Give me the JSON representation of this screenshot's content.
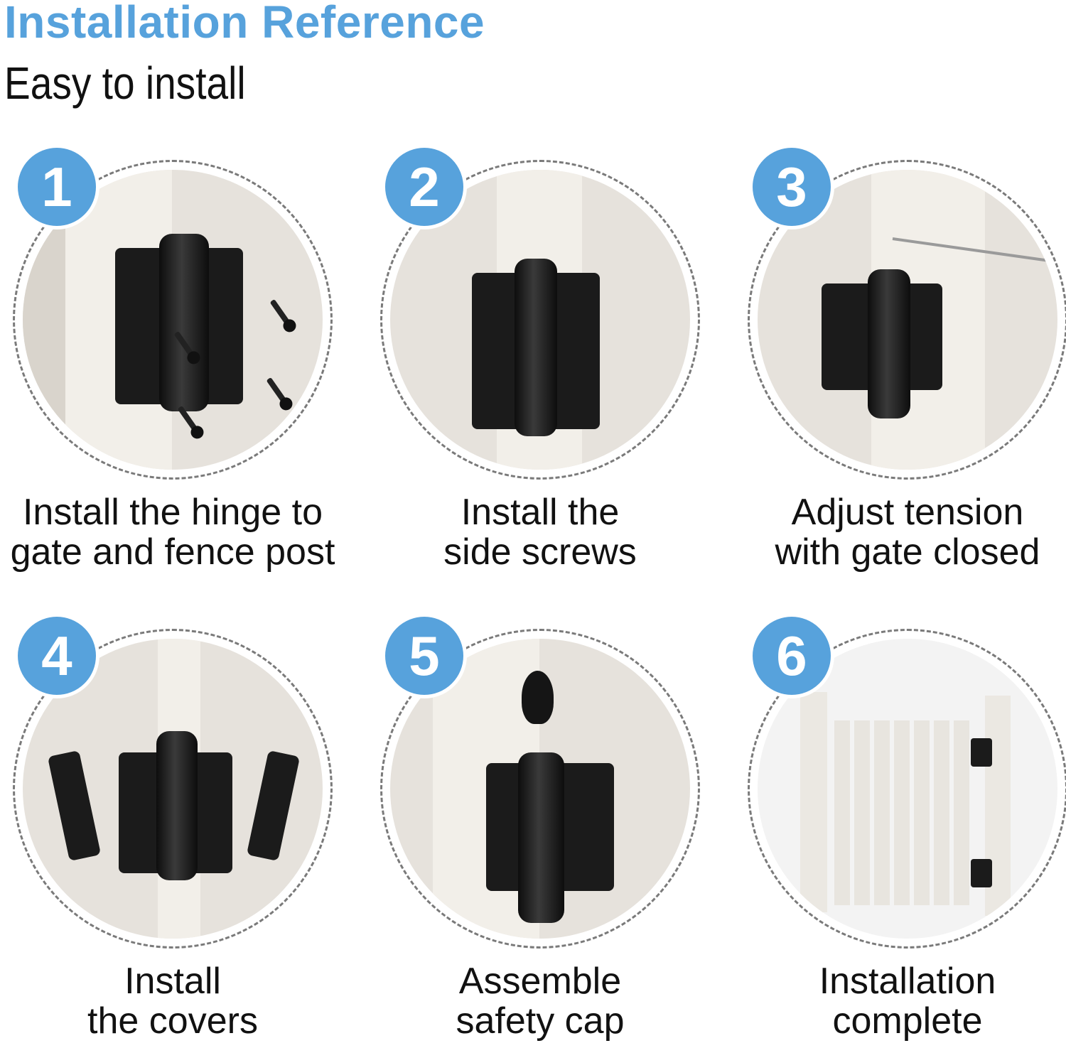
{
  "header": {
    "title": "Installation Reference",
    "subtitle": "Easy to install"
  },
  "colors": {
    "accent": "#57a2dc",
    "text": "#111111",
    "dash": "#7a7a7a"
  },
  "steps": [
    {
      "number": "1",
      "lines": [
        "Install the hinge to",
        "gate and fence post"
      ],
      "image": "hinge-with-screws"
    },
    {
      "number": "2",
      "lines": [
        "Install the",
        "side screws"
      ],
      "image": "hinge-side-screws"
    },
    {
      "number": "3",
      "lines": [
        "Adjust tension",
        "with gate closed"
      ],
      "image": "hinge-hex-key"
    },
    {
      "number": "4",
      "lines": [
        "Install",
        "the covers"
      ],
      "image": "hinge-covers"
    },
    {
      "number": "5",
      "lines": [
        "Assemble",
        "safety cap"
      ],
      "image": "hinge-safety-cap"
    },
    {
      "number": "6",
      "lines": [
        "Installation",
        "complete"
      ],
      "image": "finished-gate"
    }
  ]
}
